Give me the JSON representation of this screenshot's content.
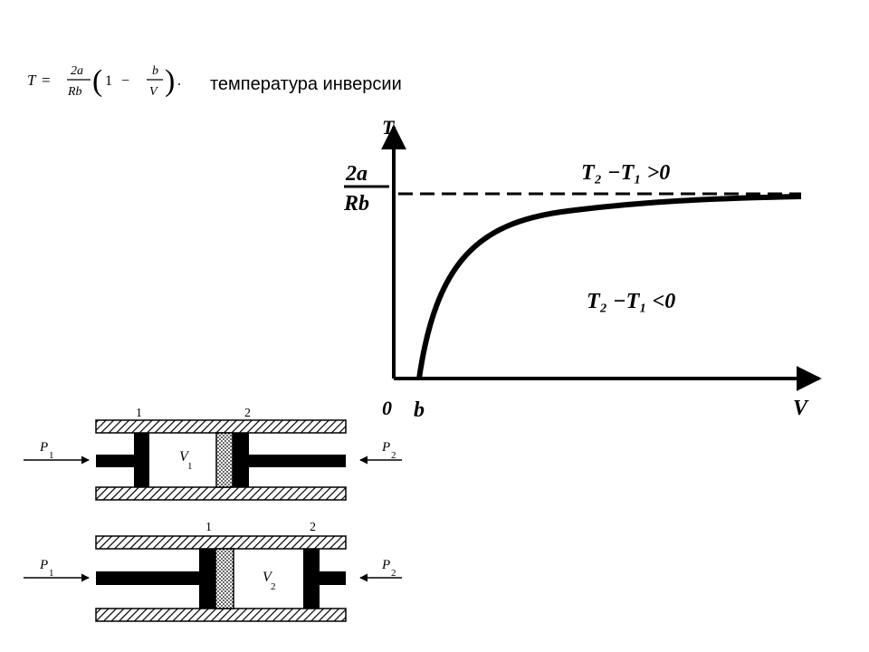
{
  "formula": {
    "lhs": "T",
    "eq": "=",
    "frac1_num": "2a",
    "frac1_den": "Rb",
    "paren_open": "(",
    "one": "1",
    "minus": "−",
    "frac2_num": "b",
    "frac2_den": "V",
    "paren_close": ")",
    "trail": "."
  },
  "caption": "температура инверсии",
  "graph": {
    "y_axis_label": "T",
    "x_axis_label": "V",
    "origin_label": "0",
    "b_label": "b",
    "asymptote_num": "2a",
    "asymptote_den": "Rb",
    "region_upper": "T₂ −T₁ >0",
    "region_lower": "T₂ −T₁ <0",
    "colors": {
      "ink": "#000000"
    }
  },
  "piston_top": {
    "label_1": "1",
    "label_2": "2",
    "p1": "P",
    "p1_sub": "1",
    "p2": "P",
    "p2_sub": "2",
    "v": "V",
    "v_sub": "1"
  },
  "piston_bottom": {
    "label_1": "1",
    "label_2": "2",
    "p1": "P",
    "p1_sub": "1",
    "p2": "P",
    "p2_sub": "2",
    "v": "V",
    "v_sub": "2"
  }
}
